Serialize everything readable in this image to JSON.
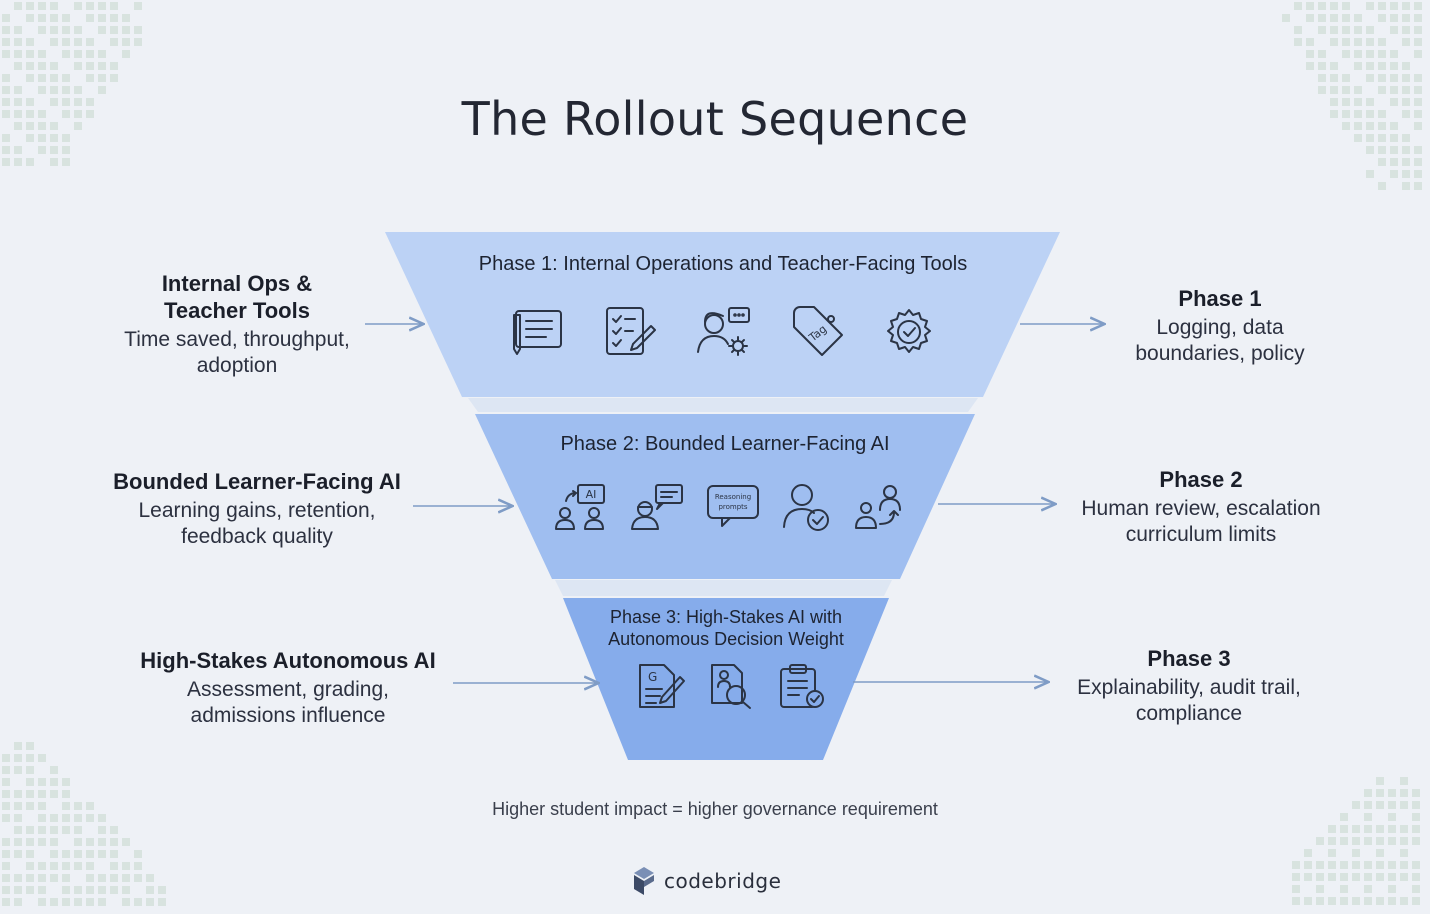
{
  "title": "The Rollout Sequence",
  "phases": [
    {
      "band_title": "Phase 1: Internal Operations and Teacher-Facing Tools",
      "left_heading": "Internal Ops &\nTeacher Tools",
      "left_desc": "Time saved, throughput,\nadoption",
      "right_heading": "Phase 1",
      "right_desc": "Logging, data\nboundaries, policy",
      "icons": [
        "notebook-icon",
        "checklist-edit-icon",
        "teacher-chat-settings-icon",
        "tag-icon",
        "settings-check-icon"
      ],
      "color": "#bcd2f5"
    },
    {
      "band_title": "Phase 2: Bounded Learner-Facing AI",
      "left_heading": "Bounded Learner-Facing AI",
      "left_desc": "Learning gains, retention,\nfeedback quality",
      "right_heading": "Phase 2",
      "right_desc": "Human review, escalation\ncurriculum limits",
      "icons": [
        "ai-group-icon",
        "tutor-chat-icon",
        "reasoning-prompts-icon",
        "user-check-icon",
        "user-escalation-icon"
      ],
      "reasoning_label": "Reasoning prompts",
      "ai_label": "AI",
      "color": "#9fbef0"
    },
    {
      "band_title": "Phase 3: High-Stakes AI with\nAutonomous Decision Weight",
      "left_heading": "High-Stakes Autonomous AI",
      "left_desc": "Assessment, grading,\nadmissions influence",
      "right_heading": "Phase 3",
      "right_desc": "Explainability, audit trail,\ncompliance",
      "icons": [
        "grade-document-icon",
        "document-search-icon",
        "clipboard-check-icon"
      ],
      "grade_label": "G",
      "color": "#86aceb"
    }
  ],
  "footnote": "Higher student impact = higher governance requirement",
  "brand": {
    "name": "codebridge",
    "logo": "codebridge-logo-icon"
  },
  "colors": {
    "background": "#eef1f6",
    "arrow": "#7f9cc6",
    "icon_stroke": "#2b3445"
  }
}
